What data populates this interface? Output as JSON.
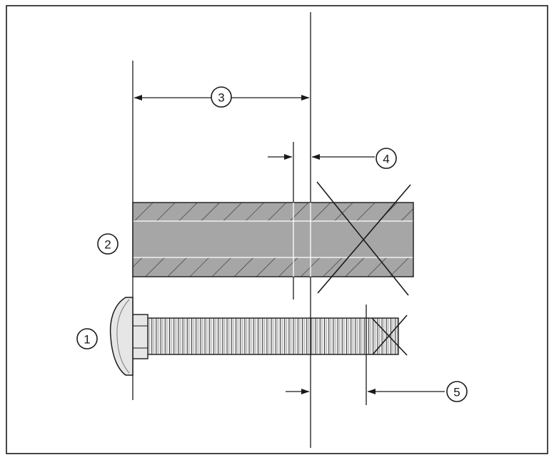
{
  "callouts": {
    "one": "1",
    "two": "2",
    "three": "3",
    "four": "4",
    "five": "5"
  },
  "colors": {
    "stroke": "#1a1a1a",
    "board_fill": "#a6a6a6",
    "bolt_fill": "#e6e6e6",
    "background": "#ffffff"
  }
}
